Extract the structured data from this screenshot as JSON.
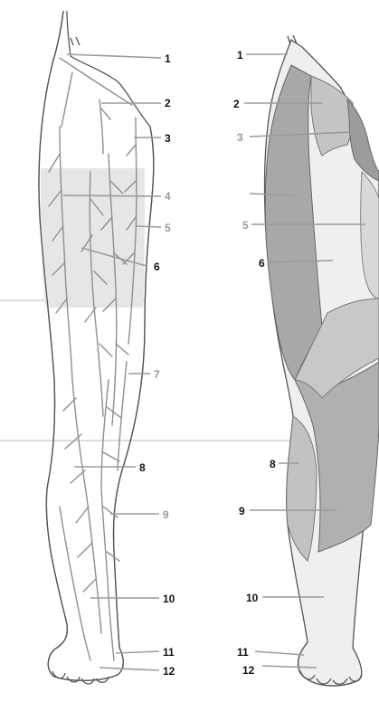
{
  "left_labels": [
    {
      "id": "1",
      "text": "1",
      "faint": false
    },
    {
      "id": "2",
      "text": "2",
      "faint": false
    },
    {
      "id": "3",
      "text": "3",
      "faint": false
    },
    {
      "id": "4",
      "text": "4",
      "faint": true
    },
    {
      "id": "5",
      "text": "5",
      "faint": true
    },
    {
      "id": "6",
      "text": "6",
      "faint": false
    },
    {
      "id": "7",
      "text": "7",
      "faint": true
    },
    {
      "id": "8",
      "text": "8",
      "faint": false
    },
    {
      "id": "9",
      "text": "9",
      "faint": true
    },
    {
      "id": "10",
      "text": "10",
      "faint": false
    },
    {
      "id": "11",
      "text": "11",
      "faint": false
    },
    {
      "id": "12",
      "text": "12",
      "faint": false
    }
  ],
  "right_labels": [
    {
      "id": "1",
      "text": "1",
      "faint": false
    },
    {
      "id": "2",
      "text": "2",
      "faint": false
    },
    {
      "id": "3",
      "text": "3",
      "faint": true
    },
    {
      "id": "5",
      "text": "5",
      "faint": true
    },
    {
      "id": "6",
      "text": "6",
      "faint": false
    },
    {
      "id": "8",
      "text": "8",
      "faint": false
    },
    {
      "id": "9",
      "text": "9",
      "faint": false
    },
    {
      "id": "10",
      "text": "10",
      "faint": false
    },
    {
      "id": "11",
      "text": "11",
      "faint": false
    },
    {
      "id": "12",
      "text": "12",
      "faint": false
    }
  ],
  "colors": {
    "skin": "#efefef",
    "zone_dark": "#a8a8a8",
    "zone_mid": "#c6c6c6",
    "zone_light": "#e4e4e4",
    "outline": "#555555"
  }
}
